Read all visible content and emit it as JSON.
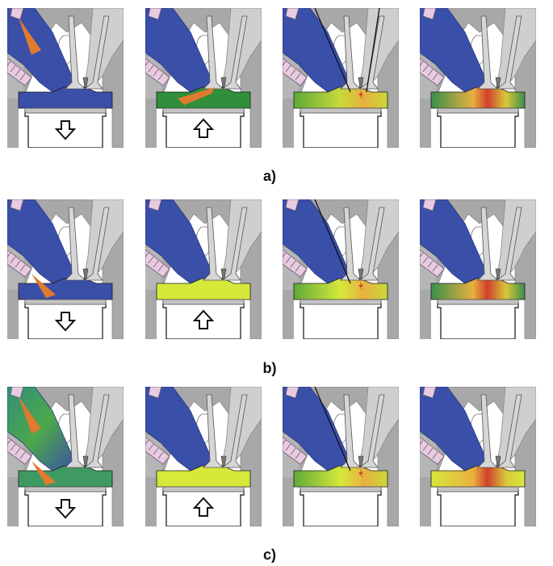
{
  "rows": [
    {
      "label": "a)",
      "panels": [
        {
          "stage": "intake",
          "spray": "port",
          "port_color": "#3a4fa8",
          "chamber_color": "#3a4fa8",
          "arrow": "down",
          "flame": false
        },
        {
          "stage": "compression",
          "spray": "chamber",
          "port_color": "#3a4fa8",
          "chamber_color": "#2f8f3a",
          "arrow": "up",
          "flame": false
        },
        {
          "stage": "ignition",
          "spray": "none",
          "port_color": "#3a4fa8",
          "chamber_color": "#c9d83a",
          "arrow": "none",
          "flame": "spark"
        },
        {
          "stage": "combustion",
          "spray": "none",
          "port_color": "#3a4fa8",
          "chamber_color": "#3a8f4a",
          "arrow": "none",
          "flame": "burn"
        }
      ]
    },
    {
      "label": "b)",
      "panels": [
        {
          "stage": "intake",
          "spray": "direct",
          "port_color": "#3a4fa8",
          "chamber_color": "#3a4fa8",
          "arrow": "down",
          "flame": false
        },
        {
          "stage": "compression",
          "spray": "none",
          "port_color": "#3a4fa8",
          "chamber_color": "#d6e83a",
          "arrow": "up",
          "flame": false
        },
        {
          "stage": "ignition",
          "spray": "none",
          "port_color": "#3a4fa8",
          "chamber_color": "#d6e83a",
          "arrow": "none",
          "flame": "spark"
        },
        {
          "stage": "combustion",
          "spray": "none",
          "port_color": "#3a4fa8",
          "chamber_color": "#3a8f4a",
          "arrow": "none",
          "flame": "burn"
        }
      ]
    },
    {
      "label": "c)",
      "panels": [
        {
          "stage": "intake",
          "spray": "dual",
          "port_color": "#3f9a62",
          "chamber_color": "#3f9a62",
          "arrow": "down",
          "flame": false
        },
        {
          "stage": "compression",
          "spray": "none",
          "port_color": "#3a4fa8",
          "chamber_color": "#d6e83a",
          "arrow": "up",
          "flame": false
        },
        {
          "stage": "ignition",
          "spray": "none",
          "port_color": "#3a4fa8",
          "chamber_color": "#d6e83a",
          "arrow": "none",
          "flame": "spark"
        },
        {
          "stage": "combustion",
          "spray": "none",
          "port_color": "#3a4fa8",
          "chamber_color": "#d6e83a",
          "arrow": "none",
          "flame": "burn"
        }
      ]
    }
  ],
  "colors": {
    "background": "#ffffff",
    "cylinder_head": "#a8a8a8",
    "valve": "#d6d6d6",
    "injector": "#e8cbe0",
    "spray": "#e07a2e",
    "outline": "#222222"
  }
}
